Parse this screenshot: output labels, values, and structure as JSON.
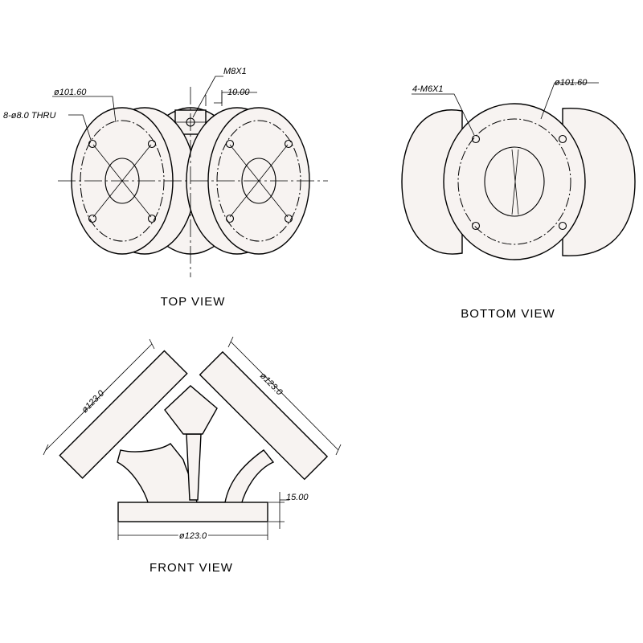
{
  "top_view": {
    "title": "TOP VIEW",
    "dims": {
      "bolt_circle": "ø101.60",
      "thru_holes": "8-ø8.0 THRU",
      "tap": "M8X1",
      "offset": "10.00"
    }
  },
  "bottom_view": {
    "title": "BOTTOM VIEW",
    "dims": {
      "tapped_holes": "4-M6X1",
      "bolt_circle": "ø101.60"
    }
  },
  "front_view": {
    "title": "FRONT VIEW",
    "dims": {
      "left_flange": "ø123.0",
      "right_flange": "ø123.0",
      "base_dia": "ø123.0",
      "base_thickness": "15.00"
    }
  },
  "colors": {
    "line": "#000000",
    "part_fill": "#f7f3f1",
    "background": "#ffffff"
  }
}
